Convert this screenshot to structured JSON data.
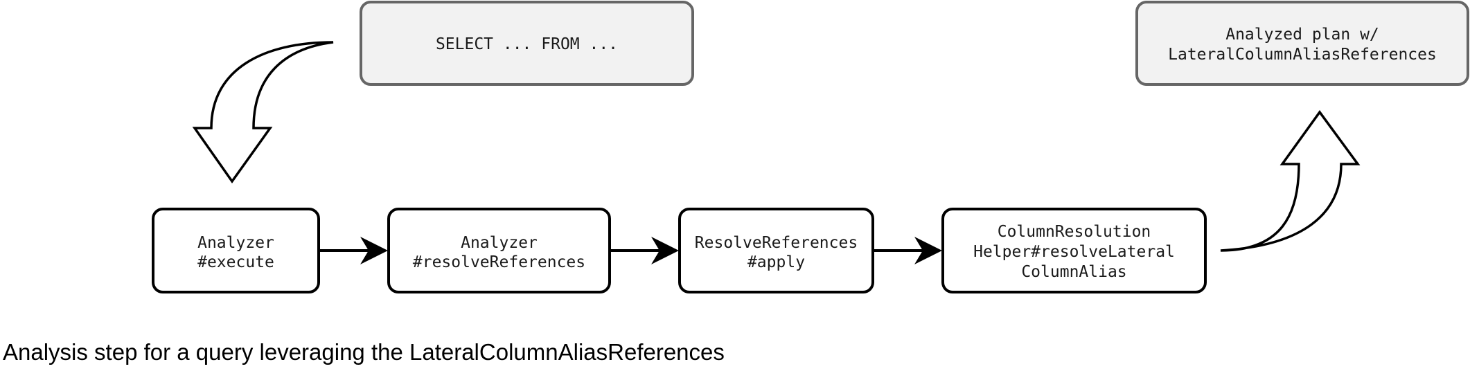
{
  "inputs": {
    "query_label": "SELECT ... FROM ...",
    "output_label_line1": "Analyzed plan w/",
    "output_label_line2": "LateralColumnAliasReferences"
  },
  "steps": [
    {
      "line1": "Analyzer",
      "line2": "#execute"
    },
    {
      "line1": "Analyzer",
      "line2": "#resolveReferences"
    },
    {
      "line1": "ResolveReferences",
      "line2": "#apply"
    },
    {
      "line1": "ColumnResolution",
      "line2": "Helper#resolveLateral",
      "line3": "ColumnAlias"
    }
  ],
  "caption": "Analysis step for a query leveraging the LateralColumnAliasReferences"
}
